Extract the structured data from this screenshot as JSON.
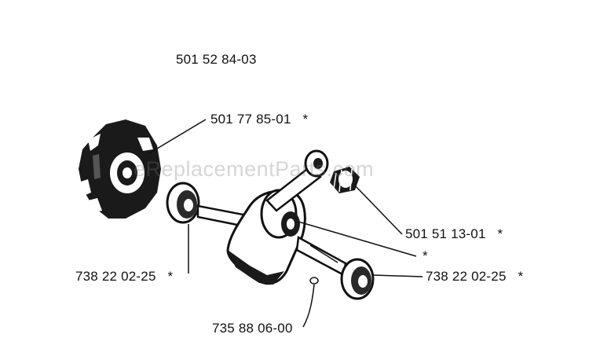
{
  "diagram": {
    "assembly_number": "501 52 84-03",
    "watermark": "eReplacementParts.com",
    "colors": {
      "line": "#111111",
      "background": "#ffffff"
    },
    "parts": [
      {
        "id": "clutch-drum",
        "part_number": "501 77 85-01",
        "marker": "*"
      },
      {
        "id": "needle-bearing",
        "part_number": "501 51 13-01",
        "marker": "*"
      },
      {
        "id": "crankshaft-note",
        "part_number": "",
        "marker": "*"
      },
      {
        "id": "bearing-right",
        "part_number": "738 22 02-25",
        "marker": "*"
      },
      {
        "id": "bearing-left",
        "part_number": "738 22 02-25",
        "marker": "*"
      },
      {
        "id": "key",
        "part_number": "735 88 06-00",
        "marker": ""
      }
    ]
  }
}
